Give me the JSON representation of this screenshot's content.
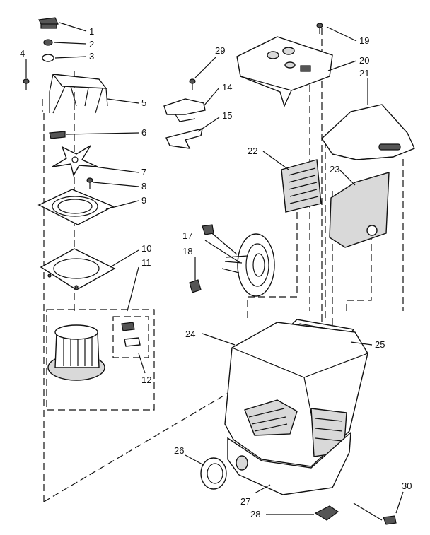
{
  "callouts": [
    {
      "id": "1",
      "text": "1"
    },
    {
      "id": "2",
      "text": "2"
    },
    {
      "id": "3",
      "text": "3"
    },
    {
      "id": "4",
      "text": "4"
    },
    {
      "id": "5",
      "text": "5"
    },
    {
      "id": "6",
      "text": "6"
    },
    {
      "id": "7",
      "text": "7"
    },
    {
      "id": "8",
      "text": "8"
    },
    {
      "id": "9",
      "text": "9"
    },
    {
      "id": "10",
      "text": "10"
    },
    {
      "id": "11",
      "text": "11"
    },
    {
      "id": "12",
      "text": "12"
    },
    {
      "id": "14",
      "text": "14"
    },
    {
      "id": "15",
      "text": "15"
    },
    {
      "id": "17",
      "text": "17"
    },
    {
      "id": "18",
      "text": "18"
    },
    {
      "id": "19",
      "text": "19"
    },
    {
      "id": "20",
      "text": "20"
    },
    {
      "id": "21",
      "text": "21"
    },
    {
      "id": "22",
      "text": "22"
    },
    {
      "id": "23",
      "text": "23"
    },
    {
      "id": "24",
      "text": "24"
    },
    {
      "id": "25",
      "text": "25"
    },
    {
      "id": "26",
      "text": "26"
    },
    {
      "id": "27",
      "text": "27"
    },
    {
      "id": "28",
      "text": "28"
    },
    {
      "id": "29",
      "text": "29"
    },
    {
      "id": "30",
      "text": "30"
    }
  ]
}
